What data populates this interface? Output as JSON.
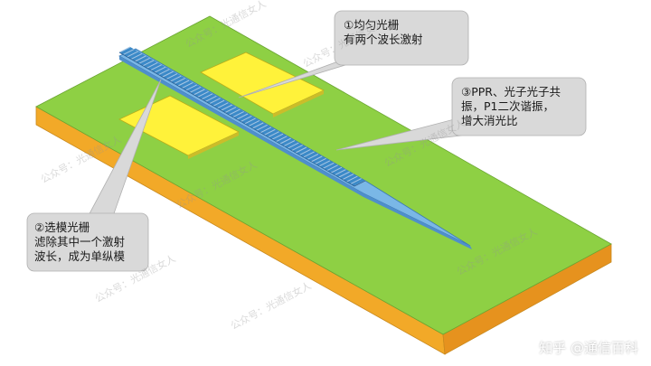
{
  "callouts": [
    {
      "lines": [
        "①均匀光栅",
        "有两个波长激射"
      ]
    },
    {
      "lines": [
        "③PPR、光子光子共",
        "振，P1二次谐振，",
        "增大消光比"
      ]
    },
    {
      "lines": [
        "②选模光栅",
        "滤除其中一个激射",
        "波长，成为单纵模"
      ]
    }
  ],
  "footer": {
    "platform": "知乎",
    "author": "@通信百科"
  },
  "watermark": "公众号：光通信女人",
  "colors": {
    "substrate_top": "#8ed044",
    "substrate_side": "#f0a72a",
    "pad": "#fff23a",
    "waveguide": "#7ab7e6",
    "grating": "#3c8ac8",
    "callout_bg": "#d9d9d9"
  }
}
